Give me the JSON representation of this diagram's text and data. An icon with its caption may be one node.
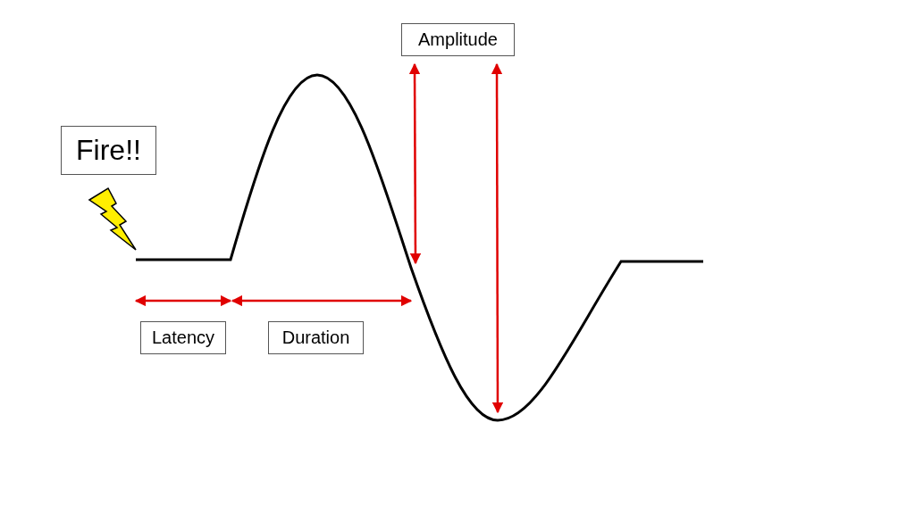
{
  "diagram": {
    "nodes": [
      {
        "text": [
          "Fire!!"
        ]
      },
      {
        "text": [
          "Latency"
        ]
      },
      {
        "text": [
          "Duration"
        ]
      },
      {
        "text": [
          "Amplitude"
        ]
      }
    ]
  }
}
